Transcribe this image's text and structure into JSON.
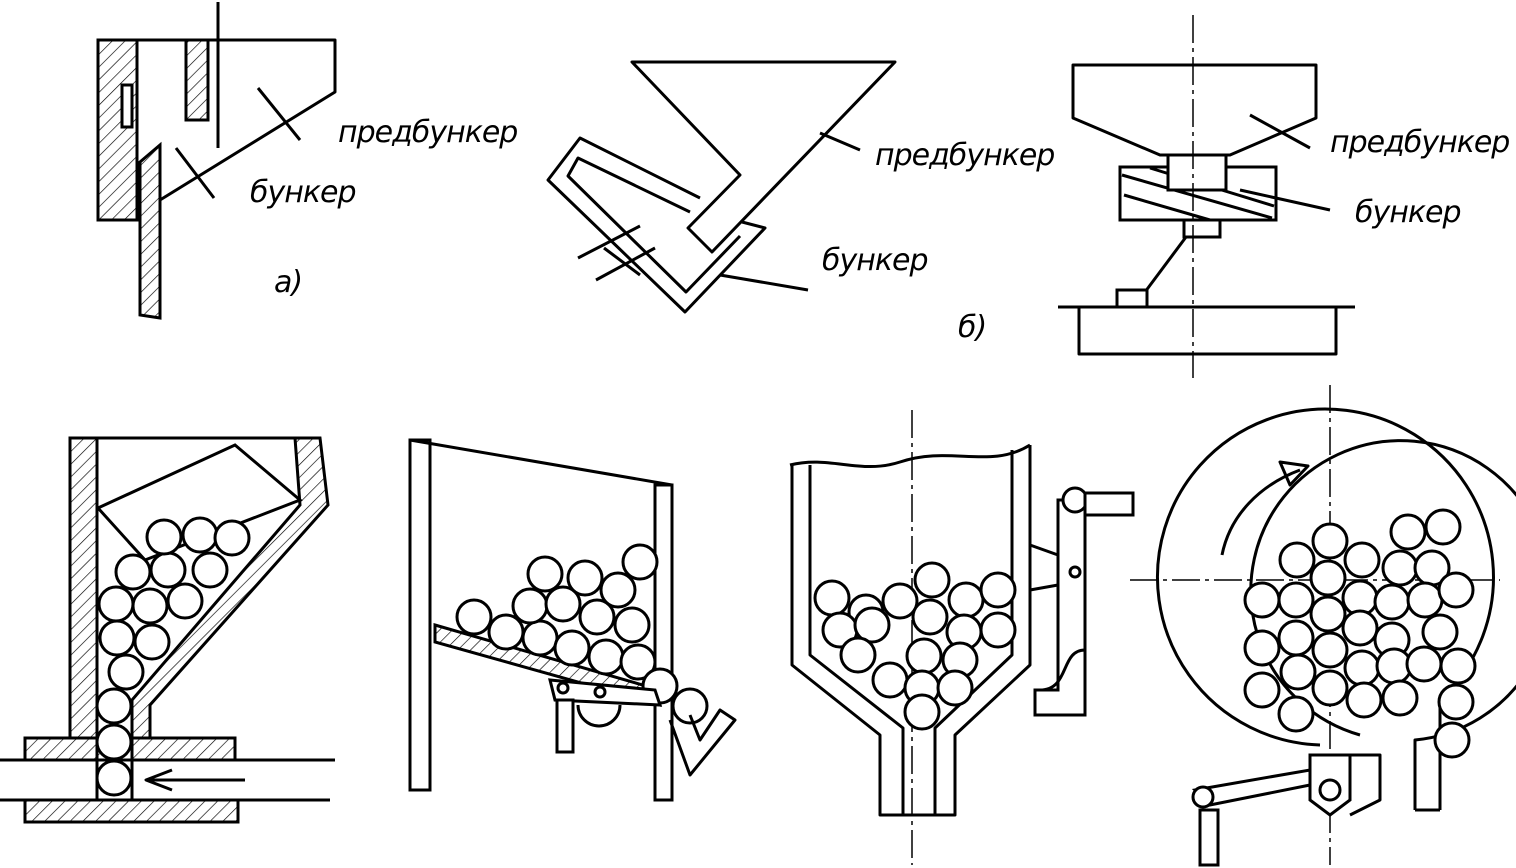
{
  "labels": {
    "a_prebunker": "предбункер",
    "a_bunker": "бункер",
    "a_caption": "а)",
    "mid_prebunker": "предбункер",
    "mid_bunker": "бункер",
    "b_prebunker": "предбункер",
    "b_bunker": "бункер",
    "b_caption": "б)"
  },
  "colors": {
    "stroke": "#000000",
    "background": "#ffffff"
  }
}
